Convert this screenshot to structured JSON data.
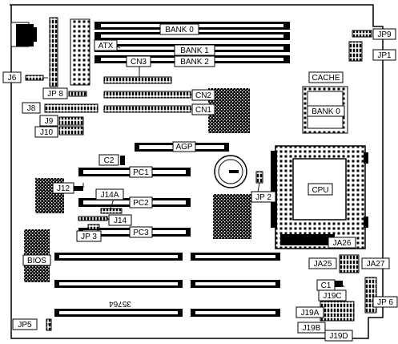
{
  "labels": {
    "bank0_top": "BANK 0",
    "bank1": "BANK 1",
    "bank2": "BANK 2",
    "atx": "ATX",
    "cn3": "CN3",
    "cn2": "CN2",
    "cn1": "CN1",
    "cache": "CACHE",
    "bank0_cache": "BANK 0",
    "jp9": "JP9",
    "jp1": "JP1",
    "j6": "J6",
    "jp8": "JP 8",
    "j8": "J8",
    "j9": "J9",
    "j10": "J10",
    "c2": "C2",
    "agp": "AGP",
    "pc1": "PC1",
    "pc2": "PC2",
    "pc3": "PC3",
    "j12": "J12",
    "j14a": "J14A",
    "j14": "J14",
    "jp3": "JP 3",
    "jp2": "JP 2",
    "cpu": "CPU",
    "bios": "BIOS",
    "ja26": "JA26",
    "ja25": "JA25",
    "ja27": "JA27",
    "c1": "C1",
    "j19c": "J19C",
    "jp6": "JP 6",
    "j19a": "J19A",
    "j19b": "J19B",
    "j19d": "J19D",
    "jp5": "JP5",
    "board_number": "35764"
  }
}
